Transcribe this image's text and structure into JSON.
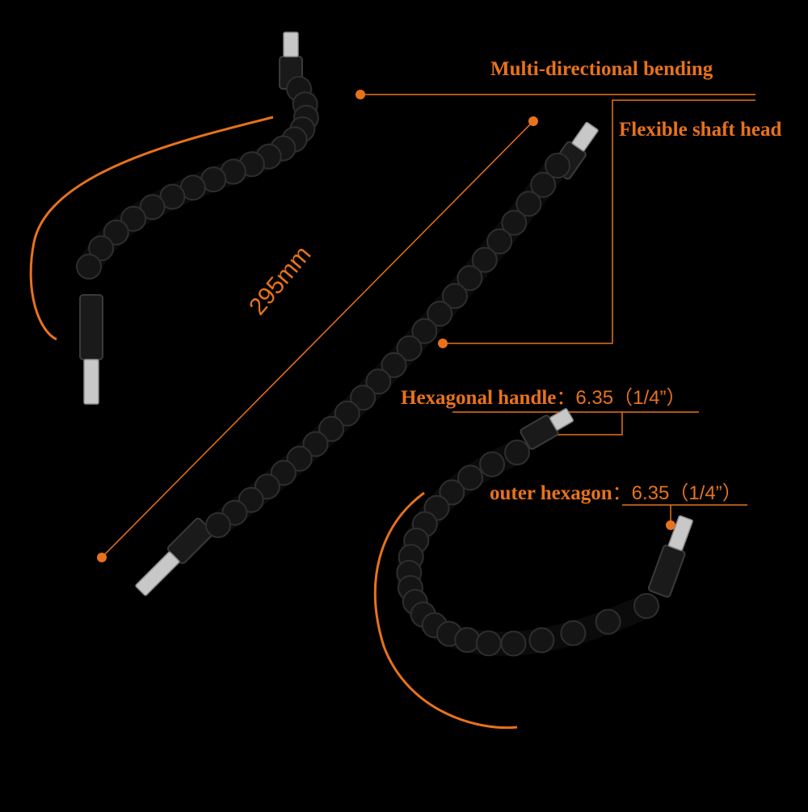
{
  "colors": {
    "background": "#000000",
    "accent": "#e8721c",
    "shaft": "#141414",
    "metal": "#c8c8c8"
  },
  "labels": {
    "bending": "Multi-directional bending",
    "shaft_head": "Flexible shaft head",
    "hex_handle_name": "Hexagonal handle",
    "hex_handle_value": "：6.35（1/4”）",
    "outer_hex_name": "outer hexagon",
    "outer_hex_value": "：6.35（1/4”）",
    "length": "295mm"
  }
}
